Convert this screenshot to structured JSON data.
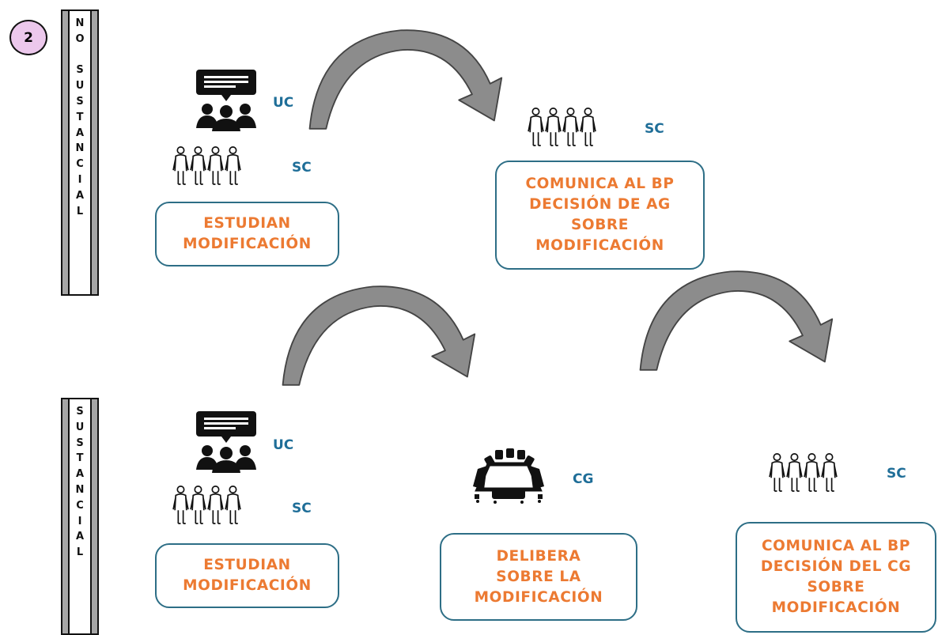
{
  "step_number": "2",
  "sections": {
    "no_sustancial": {
      "bar_letters": [
        "N",
        "O",
        "",
        "S",
        "U",
        "S",
        "T",
        "A",
        "N",
        "C",
        "I",
        "A",
        "L"
      ],
      "label_uc": "UC",
      "label_sc_left": "SC",
      "label_sc_right": "SC",
      "box_left": "ESTUDIAN\nMODIFICACIÓN",
      "box_right": "COMUNICA AL BP\nDECISIÓN DE AG\nSOBRE\nMODIFICACIÓN"
    },
    "sustancial": {
      "bar_letters": [
        "S",
        "U",
        "S",
        "T",
        "A",
        "N",
        "C",
        "I",
        "A",
        "L"
      ],
      "label_uc": "UC",
      "label_sc_left": "SC",
      "label_cg": "CG",
      "label_sc_right": "SC",
      "box_left": "ESTUDIAN\nMODIFICACIÓN",
      "box_middle": "DELIBERA\nSOBRE LA\nMODIFICACIÓN",
      "box_right": "COMUNICA AL BP\nDECISIÓN DEL CG\nSOBRE\nMODIFICACIÓN"
    }
  },
  "colors": {
    "box_border": "#2d6e86",
    "box_text": "#ec7a32",
    "label_text": "#1f6e98",
    "arrow_fill": "#8c8c8c",
    "badge_fill": "#ecc8ec"
  },
  "icons": {
    "meeting": "meeting-speech-icon",
    "people": "people-group-icon",
    "conference": "conference-table-icon",
    "arrow": "curved-arrow-icon"
  }
}
